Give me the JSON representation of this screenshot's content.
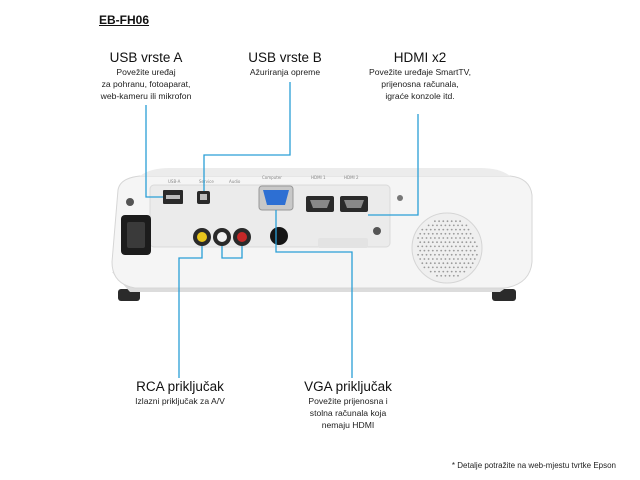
{
  "model": "EB-FH06",
  "callouts": {
    "usb_a": {
      "title": "USB vrste A",
      "desc": "Povežite uređaj\nza pohranu, fotoaparat,\nweb-kameru ili mikrofon"
    },
    "usb_b": {
      "title": "USB vrste B",
      "desc": "Ažuriranja opreme"
    },
    "hdmi": {
      "title": "HDMI x2",
      "desc": "Povežite uređaje SmartTV,\nprijenosna računala,\nigraće konzole itd."
    },
    "rca": {
      "title": "RCA priključak",
      "desc": "Izlazni priključak za A/V"
    },
    "vga": {
      "title": "VGA priključak",
      "desc": "Povežite prijenosna i\nstolna računala koja\nnemaju HDMI"
    }
  },
  "footnote": "* Detalje potražite na web-mjestu tvrtke Epson",
  "colors": {
    "callout_line": "#2a9fd6",
    "body": "#f4f4f4",
    "panel": "#e8e8e8"
  }
}
